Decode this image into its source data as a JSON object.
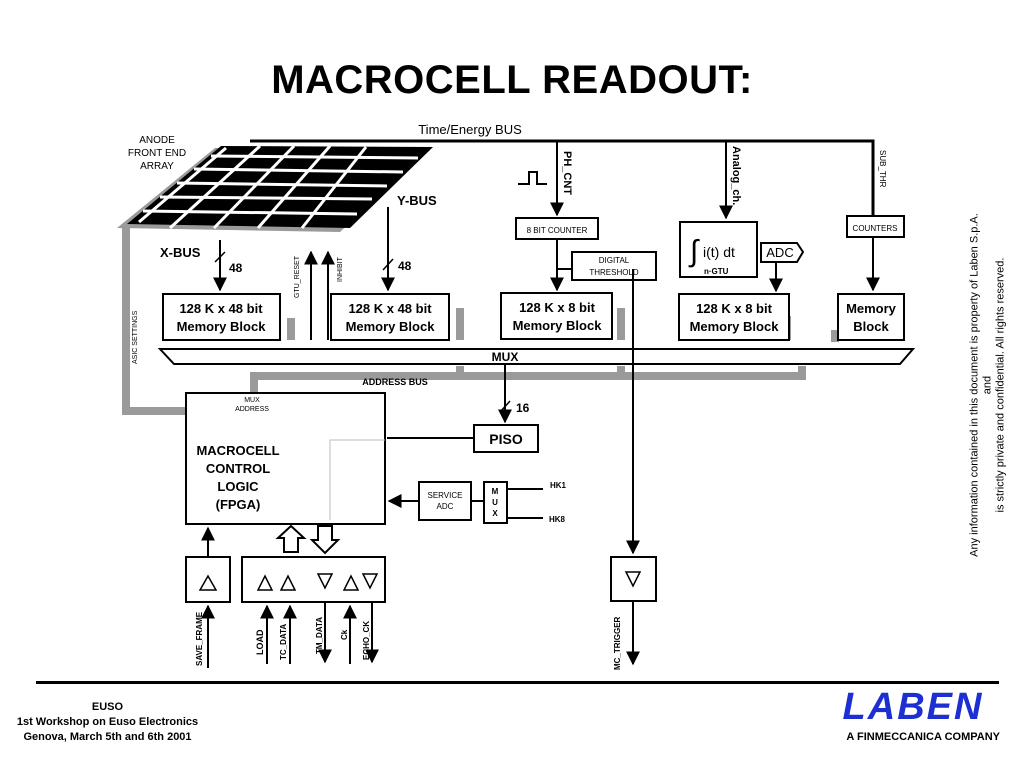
{
  "title": "MACROCELL READOUT:",
  "labels": {
    "time_energy_bus": "Time/Energy BUS",
    "anode_array": [
      "ANODE",
      "FRONT END",
      "ARRAY"
    ],
    "y_bus": "Y-BUS",
    "x_bus": "X-BUS",
    "width_48_a": "48",
    "width_48_b": "48",
    "width_16": "16",
    "asic_settings": "ASIC SETTINGS",
    "gtu_reset": "GTU_RESET",
    "inhibit": "INHIBIT",
    "ph_cnt": "PH_CNT",
    "analog_ch": "Analog_ch.",
    "sub_thr": "SUB_THR",
    "counter_8bit": "8 BIT COUNTER",
    "digital_threshold": [
      "DIGITAL",
      "THRESHOLD"
    ],
    "integrator": "i(t) dt",
    "integrator_sub": "n·GTU",
    "adc": "ADC",
    "counters": "COUNTERS",
    "mem1": [
      "128 K x 48 bit",
      "Memory Block"
    ],
    "mem2": [
      "128 K x 48 bit",
      "Memory Block"
    ],
    "mem3": [
      "128 K x 8 bit",
      "Memory Block"
    ],
    "mem4": [
      "128 K x 8 bit",
      "Memory Block"
    ],
    "mem5": [
      "Memory",
      "Block"
    ],
    "mux": "MUX",
    "address_bus": "ADDRESS BUS",
    "mux_address": [
      "MUX",
      "ADDRESS"
    ],
    "control_logic": [
      "MACROCELL",
      "CONTROL",
      "LOGIC",
      "(FPGA)"
    ],
    "piso": "PISO",
    "service_adc": [
      "SERVICE",
      "ADC"
    ],
    "small_mux": [
      "M",
      "U",
      "X"
    ],
    "hk1": "HK1",
    "hk8": "HK8",
    "save_frame": "SAVE_FRAME",
    "load": "LOAD",
    "tc_data": "TC_DATA",
    "tm_data": "TM_DATA",
    "ck": "Ck",
    "echo_ck": "ECHO_CK",
    "mc_trigger": "MC_TRIGGER"
  },
  "disclaimer": [
    "Any information contained in this document is property of Laben S.p.A. and",
    "is strictly private and confidential. All rights reserved."
  ],
  "footer": {
    "event": "EUSO",
    "workshop": "1st Workshop on Euso Electronics",
    "place_date": "Genova, March 5th and 6th 2001",
    "logo": "LABEN",
    "company": "A FINMECCANICA COMPANY"
  },
  "colors": {
    "grey_bus": "#9a9a9a",
    "logo_blue": "#1c2fd0"
  }
}
